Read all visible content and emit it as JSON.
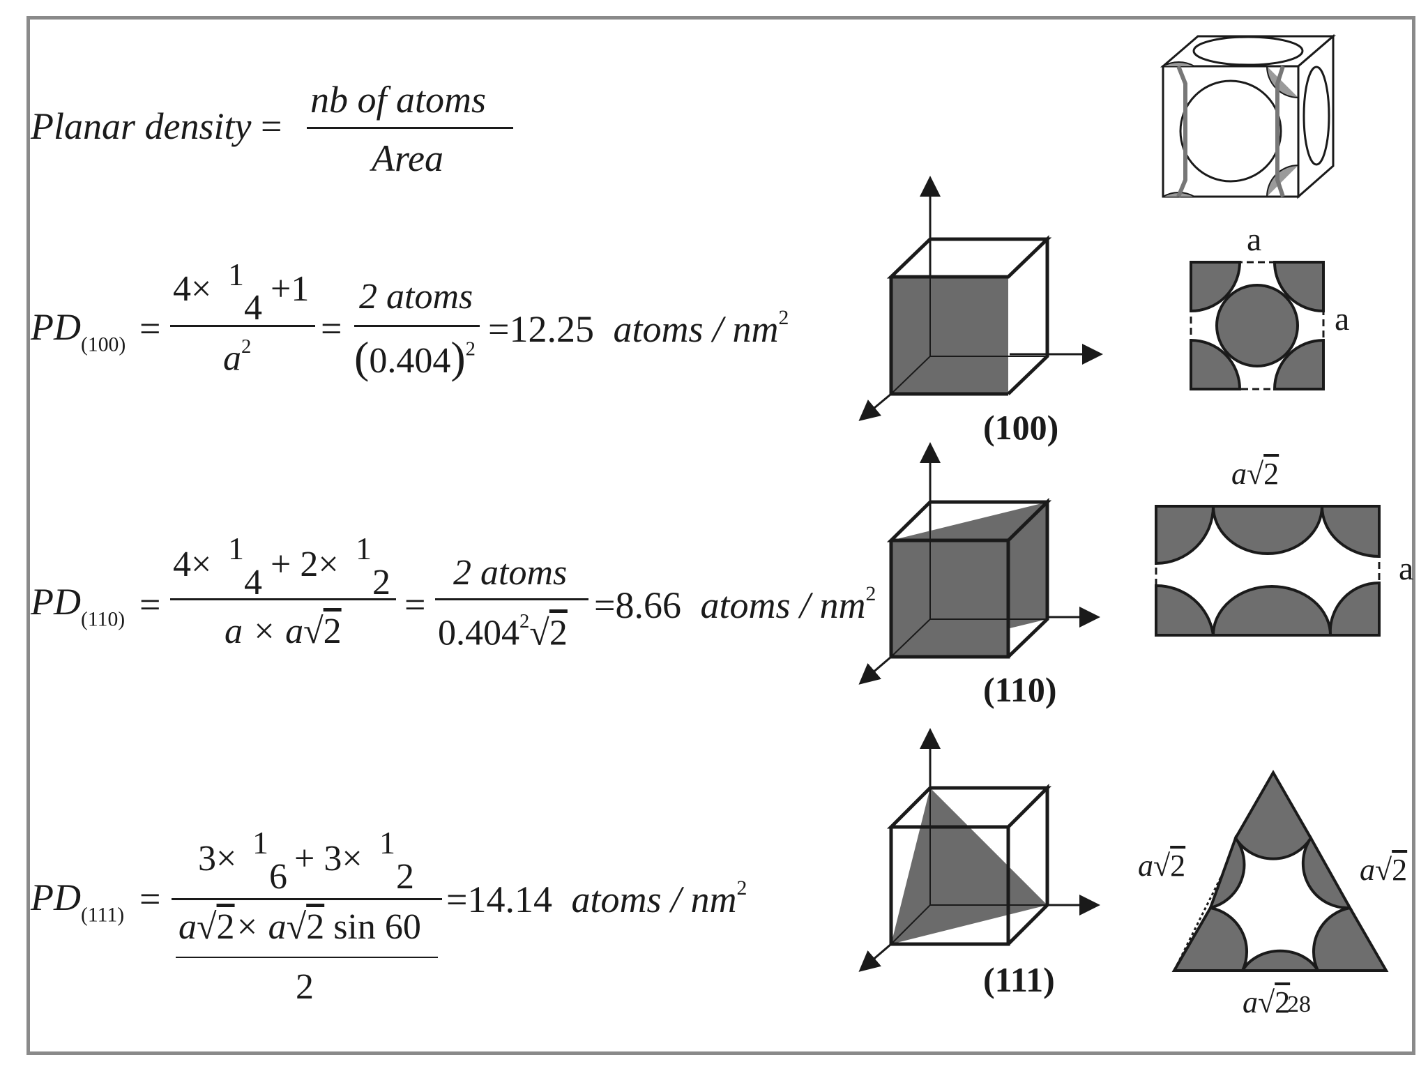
{
  "planar_density": {
    "lhs": "Planar density",
    "eq": "=",
    "numerator": "nb of  atoms",
    "denominator": "Area"
  },
  "pd100": {
    "pd": "PD",
    "sub": "(100)",
    "eq1": "=",
    "num_a": "4×",
    "frac_num": "1",
    "frac_den": "4",
    "num_b": "+1",
    "den_a": "a",
    "den_sup": "2",
    "eq2": "=",
    "num2": "2 atoms",
    "den2_lp": "(",
    "den2": "0.404",
    "den2_rp": ")",
    "den2_sup": "2",
    "result_eq": "=",
    "result": "12.25",
    "units": "atoms / nm",
    "units_sup": "2"
  },
  "pd110": {
    "pd": "PD",
    "sub": "(110)",
    "eq1": "=",
    "num_a": "4×",
    "frac1_num": "1",
    "frac1_den": "4",
    "num_b": "+ 2×",
    "frac2_num": "1",
    "frac2_den": "2",
    "den": "a × a",
    "den_root": "2",
    "eq2": "=",
    "num2": "2 atoms",
    "den2": "0.404",
    "den2_sup": "2",
    "den2_root": "2",
    "result_eq": "=",
    "result": "8.66",
    "units": "atoms / nm",
    "units_sup": "2"
  },
  "pd111": {
    "pd": "PD",
    "sub": "(111)",
    "eq1": "=",
    "num_a": "3×",
    "frac1_num": "1",
    "frac1_den": "6",
    "num_b": "+ 3×",
    "frac2_num": "1",
    "frac2_den": "2",
    "den_a": "a",
    "den_root1": "2",
    "den_times": "× a",
    "den_root2": "2",
    "den_sin": "sin 60",
    "den_under": "2",
    "result_eq": "=",
    "result": "14.14",
    "units": "atoms / nm",
    "units_sup": "2"
  },
  "labels": {
    "plane100": "(100)",
    "plane110": "(110)",
    "plane111": "(111)",
    "a_top": "a",
    "a_side": "a",
    "a_side_110": "a",
    "a_root": "a",
    "root_2": "2",
    "page_number": "28"
  },
  "colors": {
    "atom_fill": "#6e6e6e",
    "plane_fill": "#6b6b6b",
    "frame": "#8a8a8a",
    "ink": "#1a1a1a"
  }
}
